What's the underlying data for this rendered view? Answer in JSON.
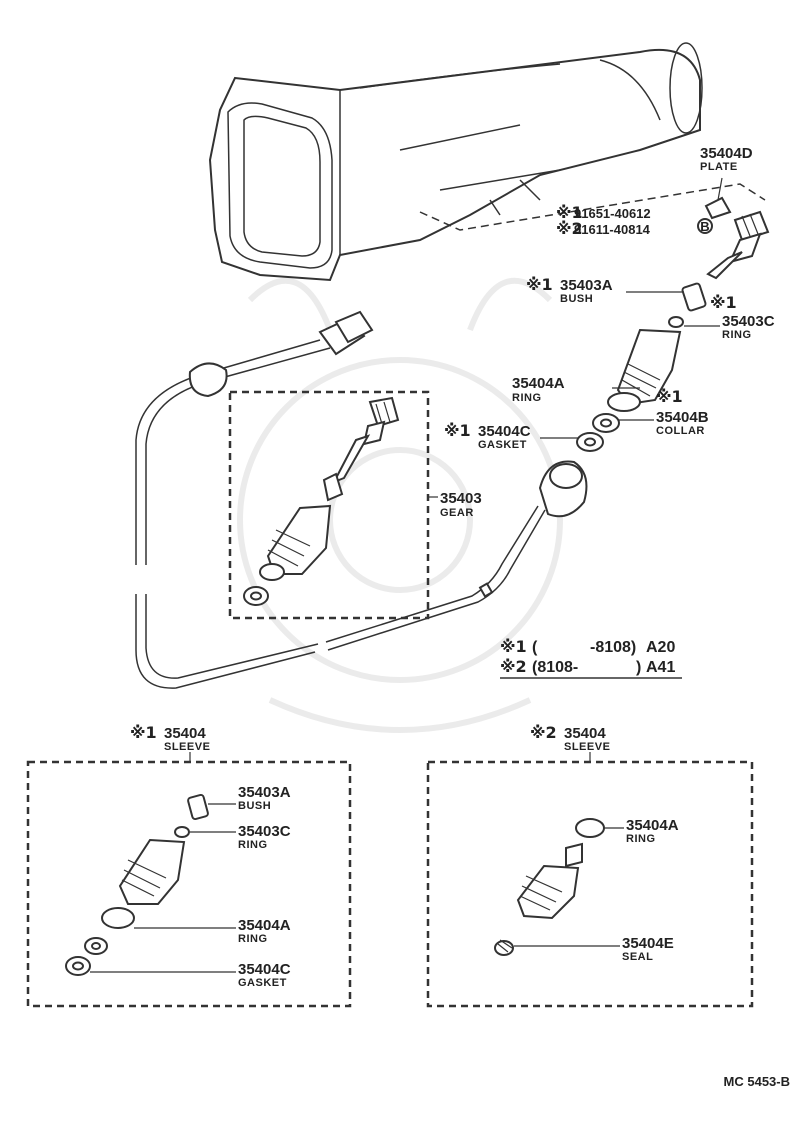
{
  "labels": {
    "plate": {
      "number": "35404D",
      "name": "PLATE"
    },
    "bolt1": {
      "mark": "※1",
      "number": "91651-40612"
    },
    "bolt2": {
      "mark": "※2",
      "number": "91611-40814"
    },
    "bolt_symbol": "B",
    "bush_main": {
      "mark": "※1",
      "number": "35403A",
      "name": "BUSH"
    },
    "mark_near_bush": "※1",
    "ring_c_main": {
      "number": "35403C",
      "name": "RING"
    },
    "ring_a_main": {
      "number": "35404A",
      "name": "RING"
    },
    "mark_near_ring": "※1",
    "collar_main": {
      "number": "35404B",
      "name": "COLLAR"
    },
    "gasket_main": {
      "mark": "※1",
      "number": "35404C",
      "name": "GASKET"
    },
    "gear": {
      "number": "35403",
      "name": "GEAR"
    }
  },
  "notes": {
    "note1": {
      "mark": "※1",
      "open": "(",
      "range": "-8108)",
      "model": "A20"
    },
    "note2": {
      "mark": "※2",
      "range": "(8108-",
      "close": ")",
      "model": "A41"
    }
  },
  "sleeve_left": {
    "mark": "※1",
    "number": "35404",
    "name": "SLEEVE",
    "parts": [
      {
        "number": "35403A",
        "name": "BUSH"
      },
      {
        "number": "35403C",
        "name": "RING"
      },
      {
        "number": "35404A",
        "name": "RING"
      },
      {
        "number": "35404C",
        "name": "GASKET"
      }
    ]
  },
  "sleeve_right": {
    "mark": "※2",
    "number": "35404",
    "name": "SLEEVE",
    "parts": [
      {
        "number": "35404A",
        "name": "RING"
      },
      {
        "number": "35404E",
        "name": "SEAL"
      }
    ]
  },
  "reference": "MC  5453-B"
}
